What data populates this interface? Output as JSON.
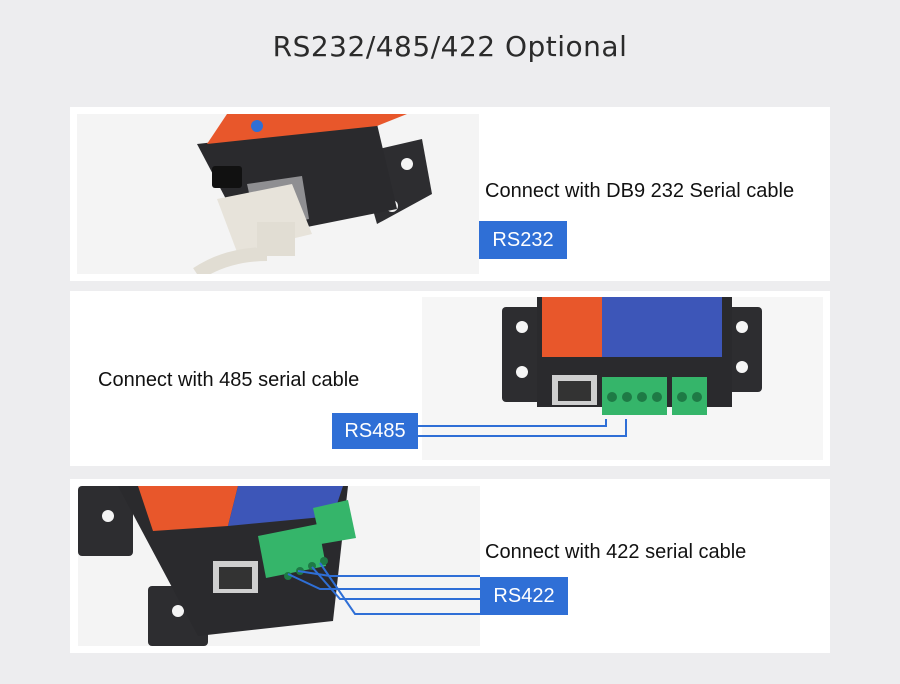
{
  "title": "RS232/485/422 Optional",
  "panels": [
    {
      "caption": "Connect with DB9 232 Serial cable",
      "badge": "RS232"
    },
    {
      "caption": "Connect with 485 serial cable",
      "badge": "RS485"
    },
    {
      "caption": "Connect with 422 serial cable",
      "badge": "RS422"
    }
  ],
  "colors": {
    "background": "#ededef",
    "badge": "#2f6fd6",
    "wire": "#2f6fd6",
    "device_body": "#2a2a2d",
    "device_label": "#e8572b",
    "terminal": "#35b56a"
  }
}
